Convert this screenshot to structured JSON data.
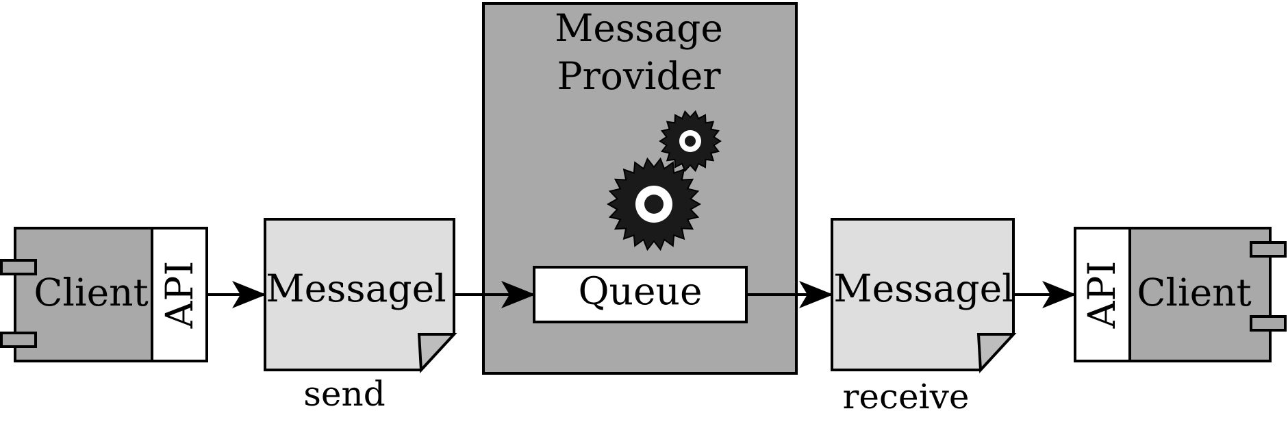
{
  "provider": {
    "title_line1": "Message",
    "title_line2": "Provider",
    "queue_label": "Queue",
    "gear_icons": [
      "gear-icon-large",
      "gear-icon-small"
    ]
  },
  "sender": {
    "client_label": "Client",
    "api_label": "API",
    "message_label": "Messagel",
    "action_label": "send"
  },
  "receiver": {
    "client_label": "Client",
    "api_label": "API",
    "message_label": "Messagel",
    "action_label": "receive"
  },
  "colors": {
    "dark_gray": "#a9a9a9",
    "light_gray": "#dedede",
    "stroke": "#000000",
    "white": "#ffffff"
  }
}
